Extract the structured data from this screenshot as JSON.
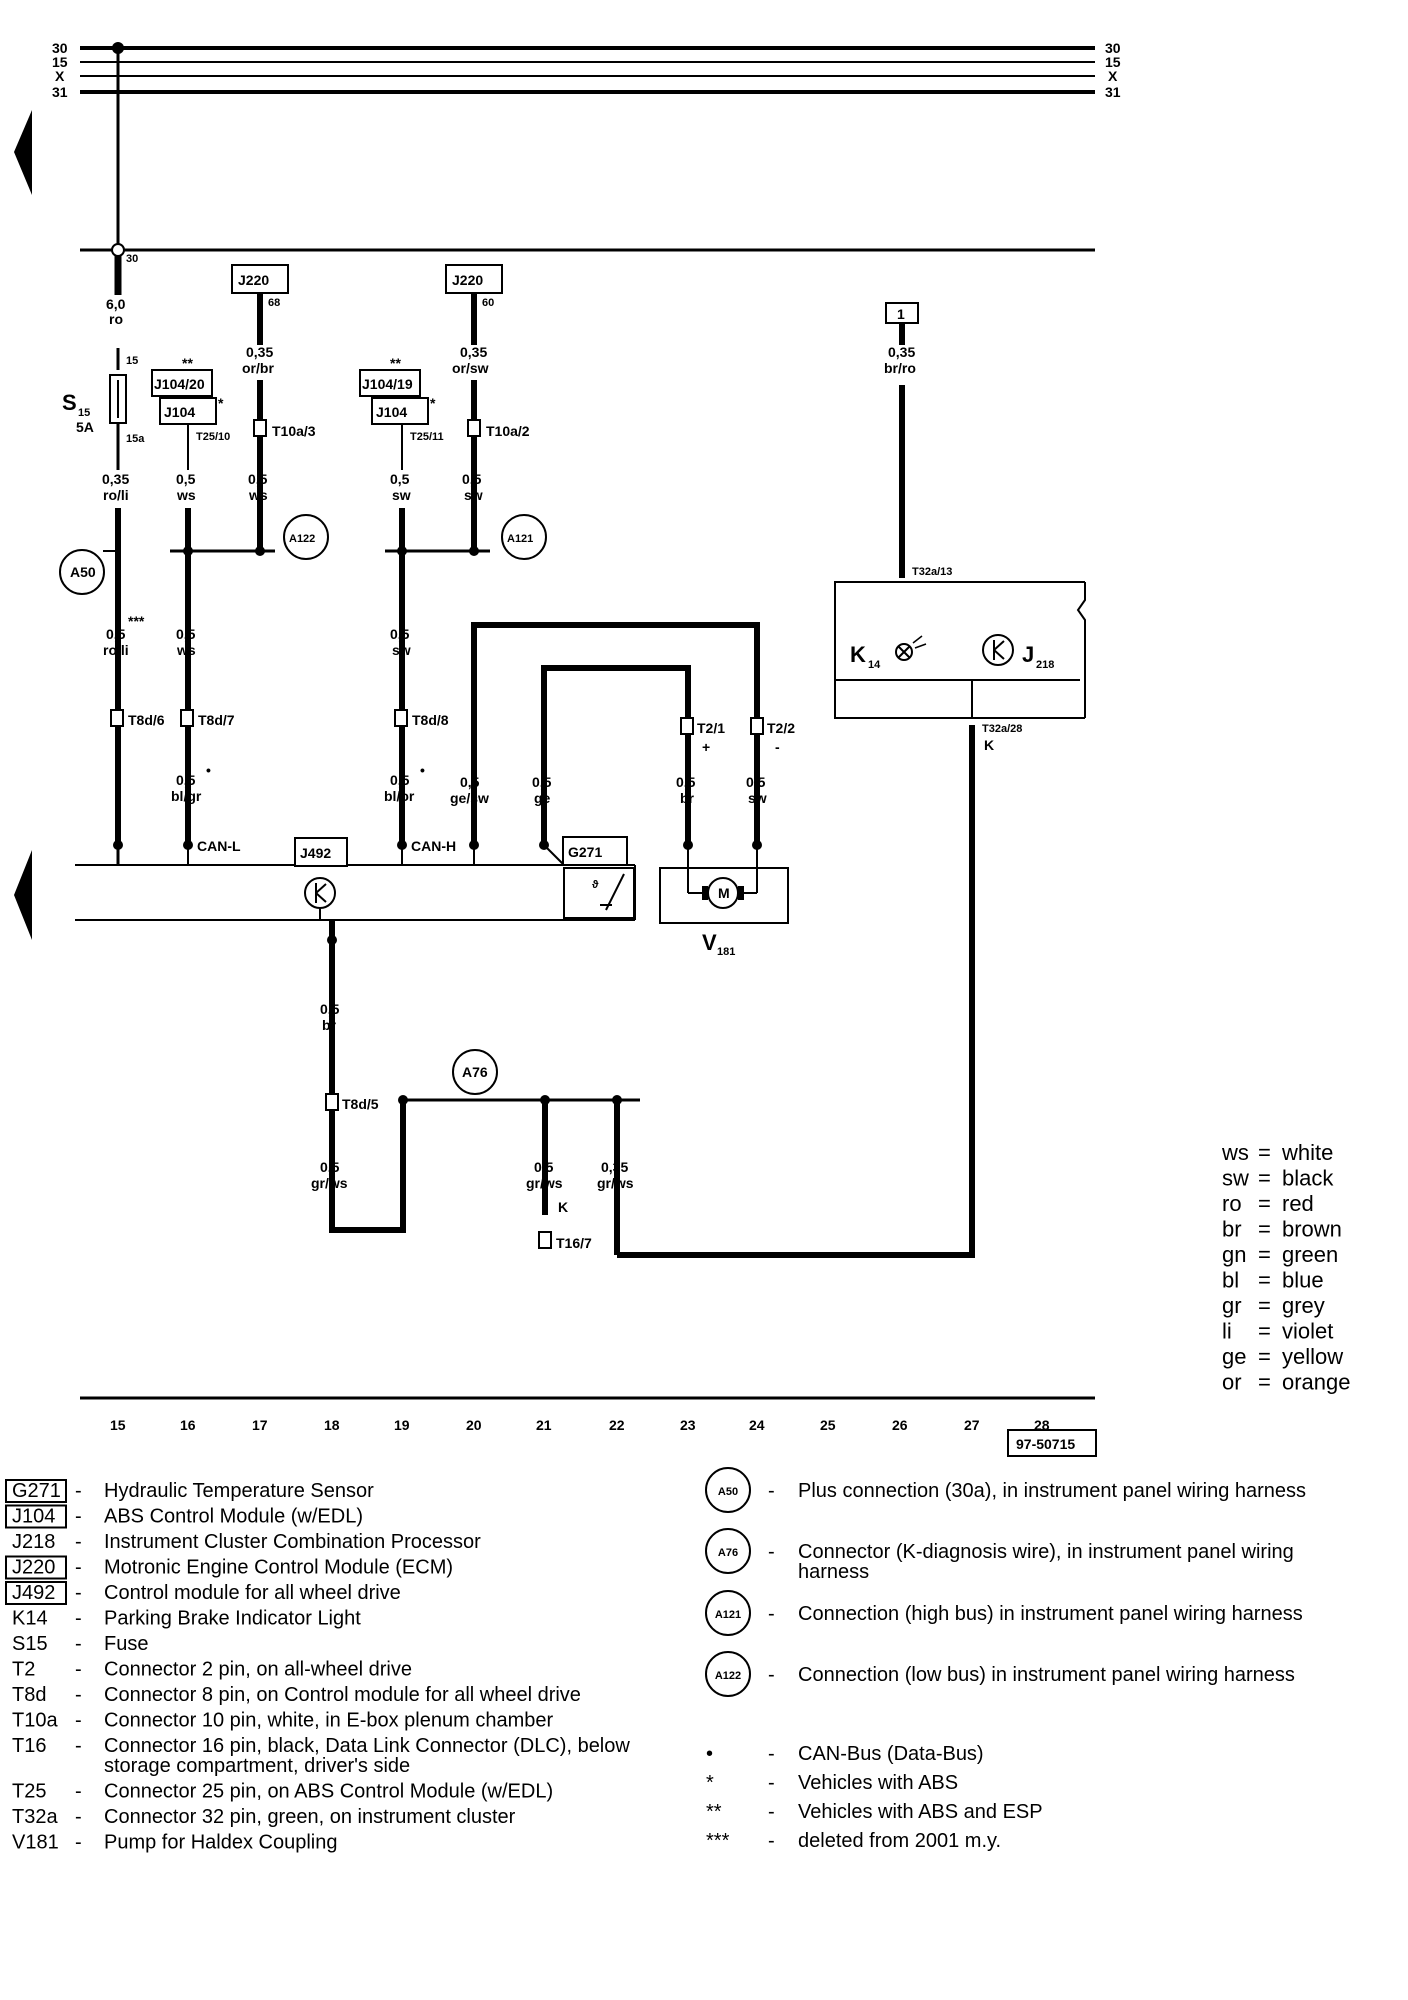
{
  "rails": {
    "left": [
      "30",
      "15",
      "X",
      "31"
    ],
    "right": [
      "30",
      "15",
      "X",
      "31"
    ],
    "node_30": "30"
  },
  "wires": {
    "w15a": {
      "size": "6,0",
      "color": "ro"
    },
    "w15b": {
      "size": "0,35",
      "color": "ro/li"
    },
    "w15c": {
      "size": "0,5",
      "color": "ro/li"
    },
    "w16a": {
      "size": "0,5",
      "color": "ws"
    },
    "w16b": {
      "size": "0,5",
      "color": "ws"
    },
    "w16c": {
      "size": "0,5",
      "color": "bl/gr"
    },
    "w17a": {
      "size": "0,35",
      "color": "or/br"
    },
    "w17b": {
      "size": "0,5",
      "color": "ws"
    },
    "w19a": {
      "size": "0,5",
      "color": "sw"
    },
    "w19b": {
      "size": "0,5",
      "color": "sw"
    },
    "w19c": {
      "size": "0,5",
      "color": "bl/or"
    },
    "w20a": {
      "size": "0,35",
      "color": "or/sw"
    },
    "w20b": {
      "size": "0,5",
      "color": "sw"
    },
    "w20c": {
      "size": "0,5",
      "color": "ge/sw"
    },
    "w21": {
      "size": "0,5",
      "color": "ge"
    },
    "w23": {
      "size": "0,5",
      "color": "br"
    },
    "w24": {
      "size": "0,5",
      "color": "sw"
    },
    "w26": {
      "size": "0,35",
      "color": "br/ro"
    },
    "w18a": {
      "size": "0,5",
      "color": "br"
    },
    "w18b": {
      "size": "0,5",
      "color": "gr/ws"
    },
    "w21b": {
      "size": "0,5",
      "color": "gr/ws"
    },
    "w22b": {
      "size": "0,35",
      "color": "gr/ws"
    }
  },
  "labels": {
    "S15": "S",
    "S15_sub": "15",
    "S15_amp": "5A",
    "pin15": "15",
    "pin15a": "15a",
    "J220": "J220",
    "pin68": "68",
    "pin60": "60",
    "J104_20": "J104/20",
    "J104_19": "J104/19",
    "J104": "J104",
    "T25_10": "T25/10",
    "T25_11": "T25/11",
    "T10a_3": "T10a/3",
    "T10a_2": "T10a/2",
    "A50": "A50",
    "A76": "A76",
    "A121": "A121",
    "A122": "A122",
    "T8d_6": "T8d/6",
    "T8d_7": "T8d/7",
    "T8d_8": "T8d/8",
    "T8d_5": "T8d/5",
    "T2_1": "T2/1",
    "T2_2": "T2/2",
    "plus": "+",
    "minus": "-",
    "CAN_L": "CAN-L",
    "CAN_H": "CAN-H",
    "J492": "J492",
    "G271": "G271",
    "V181": "V",
    "V181_sub": "181",
    "M": "M",
    "T32a_13": "T32a/13",
    "T32a_28": "T32a/28",
    "K14": "K",
    "K14_sub": "14",
    "J218": "J",
    "J218_sub": "218",
    "K": "K",
    "T16_7": "T16/7",
    "box1": "1",
    "star1": "*",
    "star2": "**",
    "star3": "***",
    "dot": "•"
  },
  "column_numbers": [
    "15",
    "16",
    "17",
    "18",
    "19",
    "20",
    "21",
    "22",
    "23",
    "24",
    "25",
    "26",
    "27",
    "28"
  ],
  "ref_code": "97-50715",
  "color_key": [
    {
      "abbr": "ws",
      "name": "white"
    },
    {
      "abbr": "sw",
      "name": "black"
    },
    {
      "abbr": "ro",
      "name": "red"
    },
    {
      "abbr": "br",
      "name": "brown"
    },
    {
      "abbr": "gn",
      "name": "green"
    },
    {
      "abbr": "bl",
      "name": "blue"
    },
    {
      "abbr": "gr",
      "name": "grey"
    },
    {
      "abbr": "li",
      "name": "violet"
    },
    {
      "abbr": "ge",
      "name": "yellow"
    },
    {
      "abbr": "or",
      "name": "orange"
    }
  ],
  "components": [
    {
      "code": "G271",
      "boxed": true,
      "desc": "Hydraulic Temperature Sensor"
    },
    {
      "code": "J104",
      "boxed": true,
      "desc": "ABS Control Module (w/EDL)"
    },
    {
      "code": "J218",
      "boxed": false,
      "desc": "Instrument Cluster Combination Processor"
    },
    {
      "code": "J220",
      "boxed": true,
      "desc": "Motronic Engine Control Module (ECM)"
    },
    {
      "code": "J492",
      "boxed": true,
      "desc": "Control module for all wheel drive"
    },
    {
      "code": "K14",
      "boxed": false,
      "desc": "Parking Brake Indicator Light"
    },
    {
      "code": "S15",
      "boxed": false,
      "desc": "Fuse"
    },
    {
      "code": "T2",
      "boxed": false,
      "desc": "Connector 2 pin, on all-wheel drive"
    },
    {
      "code": "T8d",
      "boxed": false,
      "desc": "Connector 8 pin, on Control module for all wheel drive"
    },
    {
      "code": "T10a",
      "boxed": false,
      "desc": "Connector 10 pin, white, in E-box plenum chamber"
    },
    {
      "code": "T16",
      "boxed": false,
      "desc": "Connector 16 pin, black, Data Link Connector (DLC), below",
      "desc2": "storage compartment, driver's side"
    },
    {
      "code": "T25",
      "boxed": false,
      "desc": "Connector 25 pin, on ABS Control Module (w/EDL)"
    },
    {
      "code": "T32a",
      "boxed": false,
      "desc": "Connector 32 pin, green, on instrument cluster"
    },
    {
      "code": "V181",
      "boxed": false,
      "desc": "Pump for Haldex Coupling"
    }
  ],
  "connections": [
    {
      "code": "A50",
      "desc": "Plus connection (30a), in instrument panel wiring harness"
    },
    {
      "code": "A76",
      "desc": "Connector (K-diagnosis wire), in instrument panel wiring",
      "desc2": "harness"
    },
    {
      "code": "A121",
      "desc": "Connection (high bus) in instrument panel wiring harness"
    },
    {
      "code": "A122",
      "desc": "Connection (low bus) in instrument panel wiring harness"
    }
  ],
  "notes": [
    {
      "sym": "•",
      "desc": "CAN-Bus (Data-Bus)"
    },
    {
      "sym": "*",
      "desc": "Vehicles with ABS"
    },
    {
      "sym": "**",
      "desc": "Vehicles with ABS and ESP"
    },
    {
      "sym": "***",
      "desc": "deleted from 2001 m.y."
    }
  ],
  "dash": "-"
}
